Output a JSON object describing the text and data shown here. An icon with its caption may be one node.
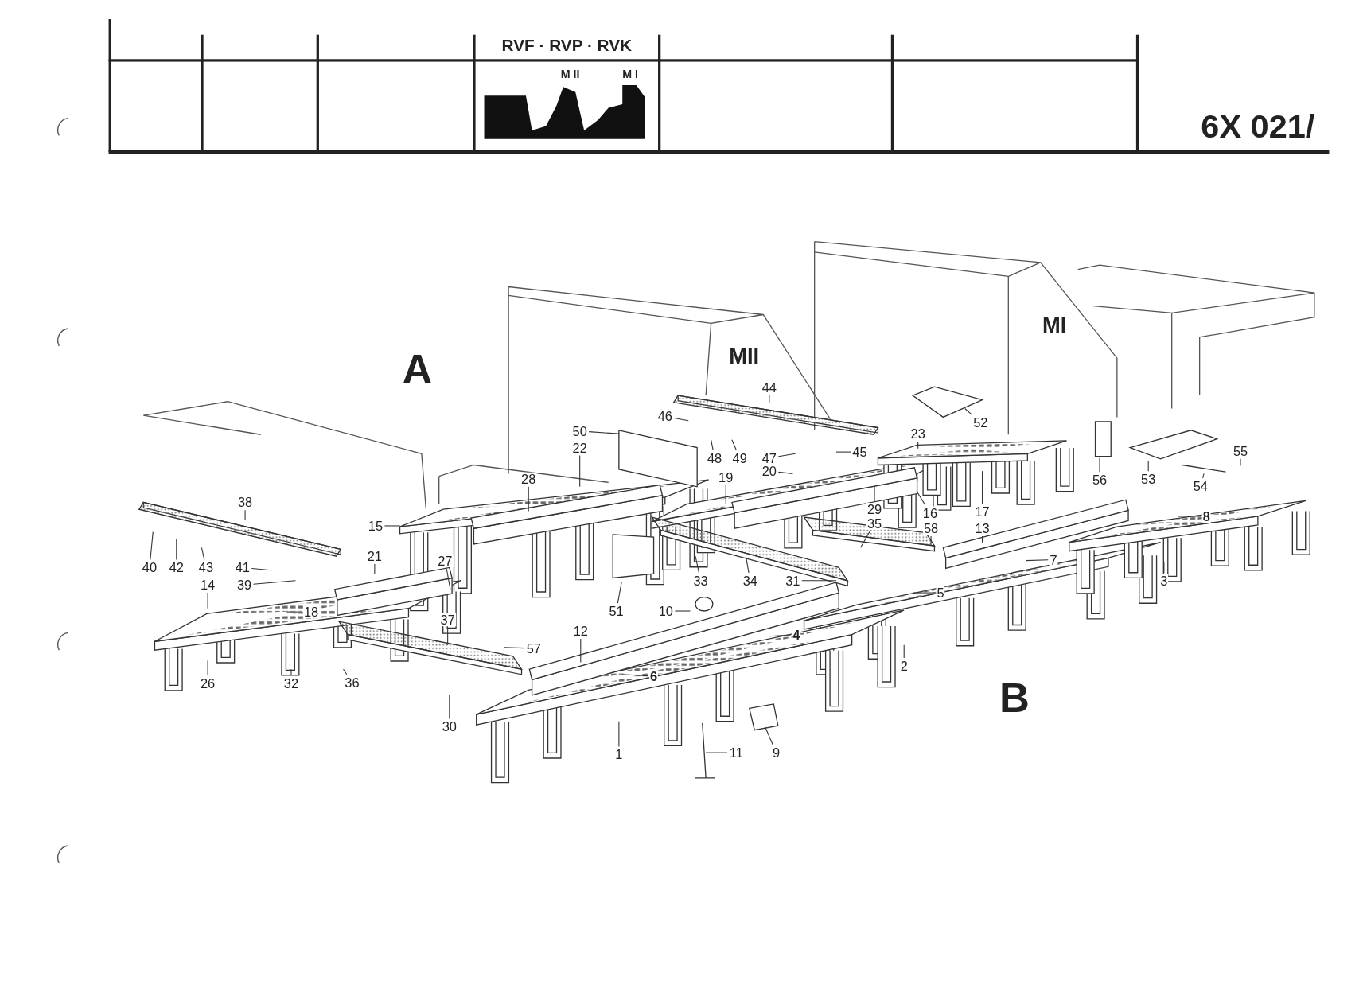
{
  "diagram": {
    "nodes": [
      {
        "text": [
          "44"
        ]
      },
      {
        "text": [
          "46"
        ]
      },
      {
        "text": [
          "48"
        ]
      },
      {
        "text": [
          "49"
        ]
      },
      {
        "text": [
          "50"
        ]
      },
      {
        "text": [
          "22"
        ]
      },
      {
        "text": [
          "28"
        ]
      },
      {
        "text": [
          "19"
        ]
      },
      {
        "text": [
          "20"
        ]
      },
      {
        "text": [
          "47"
        ]
      },
      {
        "text": [
          "45"
        ]
      },
      {
        "text": [
          "23"
        ]
      },
      {
        "text": [
          "52"
        ]
      },
      {
        "text": [
          "29"
        ]
      },
      {
        "text": [
          "16"
        ]
      },
      {
        "text": [
          "35"
        ]
      },
      {
        "text": [
          "58"
        ]
      },
      {
        "text": [
          "17"
        ]
      },
      {
        "text": [
          "13"
        ]
      },
      {
        "text": [
          "56"
        ]
      },
      {
        "text": [
          "53"
        ]
      },
      {
        "text": [
          "54"
        ]
      },
      {
        "text": [
          "55"
        ]
      },
      {
        "text": [
          "8"
        ]
      },
      {
        "text": [
          "7"
        ]
      },
      {
        "text": [
          "3"
        ]
      },
      {
        "text": [
          "38"
        ]
      },
      {
        "text": [
          "40"
        ]
      },
      {
        "text": [
          "42"
        ]
      },
      {
        "text": [
          "43"
        ]
      },
      {
        "text": [
          "41"
        ]
      },
      {
        "text": [
          "39"
        ]
      },
      {
        "text": [
          "15"
        ]
      },
      {
        "text": [
          "21"
        ]
      },
      {
        "text": [
          "27"
        ]
      },
      {
        "text": [
          "14"
        ]
      },
      {
        "text": [
          "18"
        ]
      },
      {
        "text": [
          "33"
        ]
      },
      {
        "text": [
          "34"
        ]
      },
      {
        "text": [
          "31"
        ]
      },
      {
        "text": [
          "5"
        ]
      },
      {
        "text": [
          "51"
        ]
      },
      {
        "text": [
          "10"
        ]
      },
      {
        "text": [
          "37"
        ]
      },
      {
        "text": [
          "57"
        ]
      },
      {
        "text": [
          "12"
        ]
      },
      {
        "text": [
          "4"
        ]
      },
      {
        "text": [
          "6"
        ]
      },
      {
        "text": [
          "26"
        ]
      },
      {
        "text": [
          "32"
        ]
      },
      {
        "text": [
          "36"
        ]
      },
      {
        "text": [
          "30"
        ]
      },
      {
        "text": [
          "1"
        ]
      },
      {
        "text": [
          "11"
        ]
      },
      {
        "text": [
          "9"
        ]
      },
      {
        "text": [
          "2"
        ]
      }
    ],
    "edges": [
      {
        "from": 0,
        "to": null,
        "arrow": "none"
      },
      {
        "from": 1,
        "to": null,
        "arrow": "none"
      },
      {
        "from": 2,
        "to": null,
        "arrow": "none"
      },
      {
        "from": 3,
        "to": null,
        "arrow": "none"
      },
      {
        "from": 4,
        "to": null,
        "arrow": "none"
      },
      {
        "from": 5,
        "to": null,
        "arrow": "none"
      },
      {
        "from": 6,
        "to": null,
        "arrow": "none"
      },
      {
        "from": 7,
        "to": null,
        "arrow": "none"
      },
      {
        "from": 8,
        "to": null,
        "arrow": "none"
      },
      {
        "from": 9,
        "to": null,
        "arrow": "none"
      },
      {
        "from": 10,
        "to": null,
        "arrow": "none"
      },
      {
        "from": 11,
        "to": null,
        "arrow": "none"
      },
      {
        "from": 12,
        "to": null,
        "arrow": "none"
      },
      {
        "from": 13,
        "to": null,
        "arrow": "none"
      },
      {
        "from": 14,
        "to": null,
        "arrow": "none"
      },
      {
        "from": 15,
        "to": null,
        "arrow": "none"
      },
      {
        "from": 16,
        "to": null,
        "arrow": "none"
      },
      {
        "from": 17,
        "to": null,
        "arrow": "none"
      },
      {
        "from": 18,
        "to": null,
        "arrow": "none"
      },
      {
        "from": 19,
        "to": null,
        "arrow": "none"
      },
      {
        "from": 20,
        "to": null,
        "arrow": "none"
      },
      {
        "from": 21,
        "to": null,
        "arrow": "none"
      },
      {
        "from": 22,
        "to": null,
        "arrow": "none"
      },
      {
        "from": 23,
        "to": null,
        "arrow": "none"
      },
      {
        "from": 24,
        "to": null,
        "arrow": "none"
      },
      {
        "from": 25,
        "to": null,
        "arrow": "none"
      },
      {
        "from": 26,
        "to": null,
        "arrow": "none"
      },
      {
        "from": 27,
        "to": null,
        "arrow": "none"
      },
      {
        "from": 28,
        "to": null,
        "arrow": "none"
      },
      {
        "from": 29,
        "to": null,
        "arrow": "none"
      },
      {
        "from": 30,
        "to": null,
        "arrow": "none"
      },
      {
        "from": 31,
        "to": null,
        "arrow": "none"
      },
      {
        "from": 32,
        "to": null,
        "arrow": "none"
      },
      {
        "from": 33,
        "to": null,
        "arrow": "none"
      },
      {
        "from": 34,
        "to": null,
        "arrow": "none"
      },
      {
        "from": 35,
        "to": null,
        "arrow": "none"
      },
      {
        "from": 36,
        "to": null,
        "arrow": "none"
      },
      {
        "from": 37,
        "to": null,
        "arrow": "none"
      },
      {
        "from": 38,
        "to": null,
        "arrow": "none"
      },
      {
        "from": 39,
        "to": null,
        "arrow": "none"
      },
      {
        "from": 40,
        "to": null,
        "arrow": "none"
      },
      {
        "from": 41,
        "to": null,
        "arrow": "none"
      },
      {
        "from": 42,
        "to": null,
        "arrow": "none"
      },
      {
        "from": 43,
        "to": null,
        "arrow": "none"
      },
      {
        "from": 44,
        "to": null,
        "arrow": "none"
      },
      {
        "from": 45,
        "to": null,
        "arrow": "none"
      },
      {
        "from": 46,
        "to": null,
        "arrow": "none"
      },
      {
        "from": 47,
        "to": null,
        "arrow": "none"
      },
      {
        "from": 48,
        "to": null,
        "arrow": "none"
      },
      {
        "from": 49,
        "to": null,
        "arrow": "none"
      },
      {
        "from": 50,
        "to": null,
        "arrow": "none"
      },
      {
        "from": 51,
        "to": null,
        "arrow": "none"
      },
      {
        "from": 52,
        "to": null,
        "arrow": "none"
      },
      {
        "from": 53,
        "to": null,
        "arrow": "none"
      },
      {
        "from": 54,
        "to": null,
        "arrow": "none"
      },
      {
        "from": 55,
        "to": null,
        "arrow": "none"
      }
    ],
    "labels": [
      "RVF · RVP · RVK",
      "M II",
      "M I",
      "6X 021/",
      "A",
      "MII",
      "MI",
      "B"
    ]
  }
}
